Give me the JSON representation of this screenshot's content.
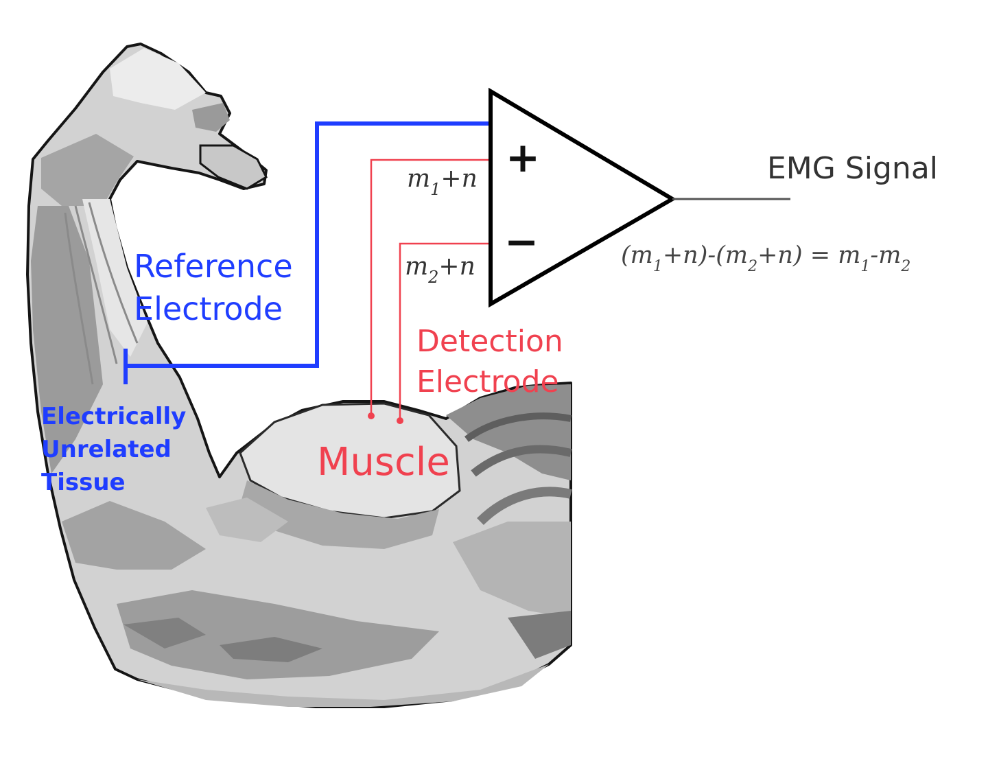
{
  "labels": {
    "reference_line1": "Reference",
    "reference_line2": "Electrode",
    "detection_line1": "Detection",
    "detection_line2": "Electrode",
    "unrelated_line1": "Electrically",
    "unrelated_line2": "Unrelated",
    "unrelated_line3": "Tissue",
    "muscle": "Muscle",
    "emg_signal": "EMG Signal",
    "plus": "+",
    "minus": "−"
  },
  "math": {
    "m": "m",
    "one": "1",
    "two": "2",
    "plus_n": "+n",
    "open_paren": "(",
    "close_paren": ")",
    "difference_sep": ")-(",
    "equals": ") = ",
    "minus_sign": "-"
  },
  "colors": {
    "reference": "#1f3dff",
    "detection": "#f0414f",
    "amplifier": "#000000",
    "output_wire": "#555555",
    "text_dark": "#333333",
    "skin_light": "#d4d4d4",
    "skin_mid": "#b0b0b0",
    "skin_dark": "#8c8c8c",
    "outline": "#111111"
  }
}
